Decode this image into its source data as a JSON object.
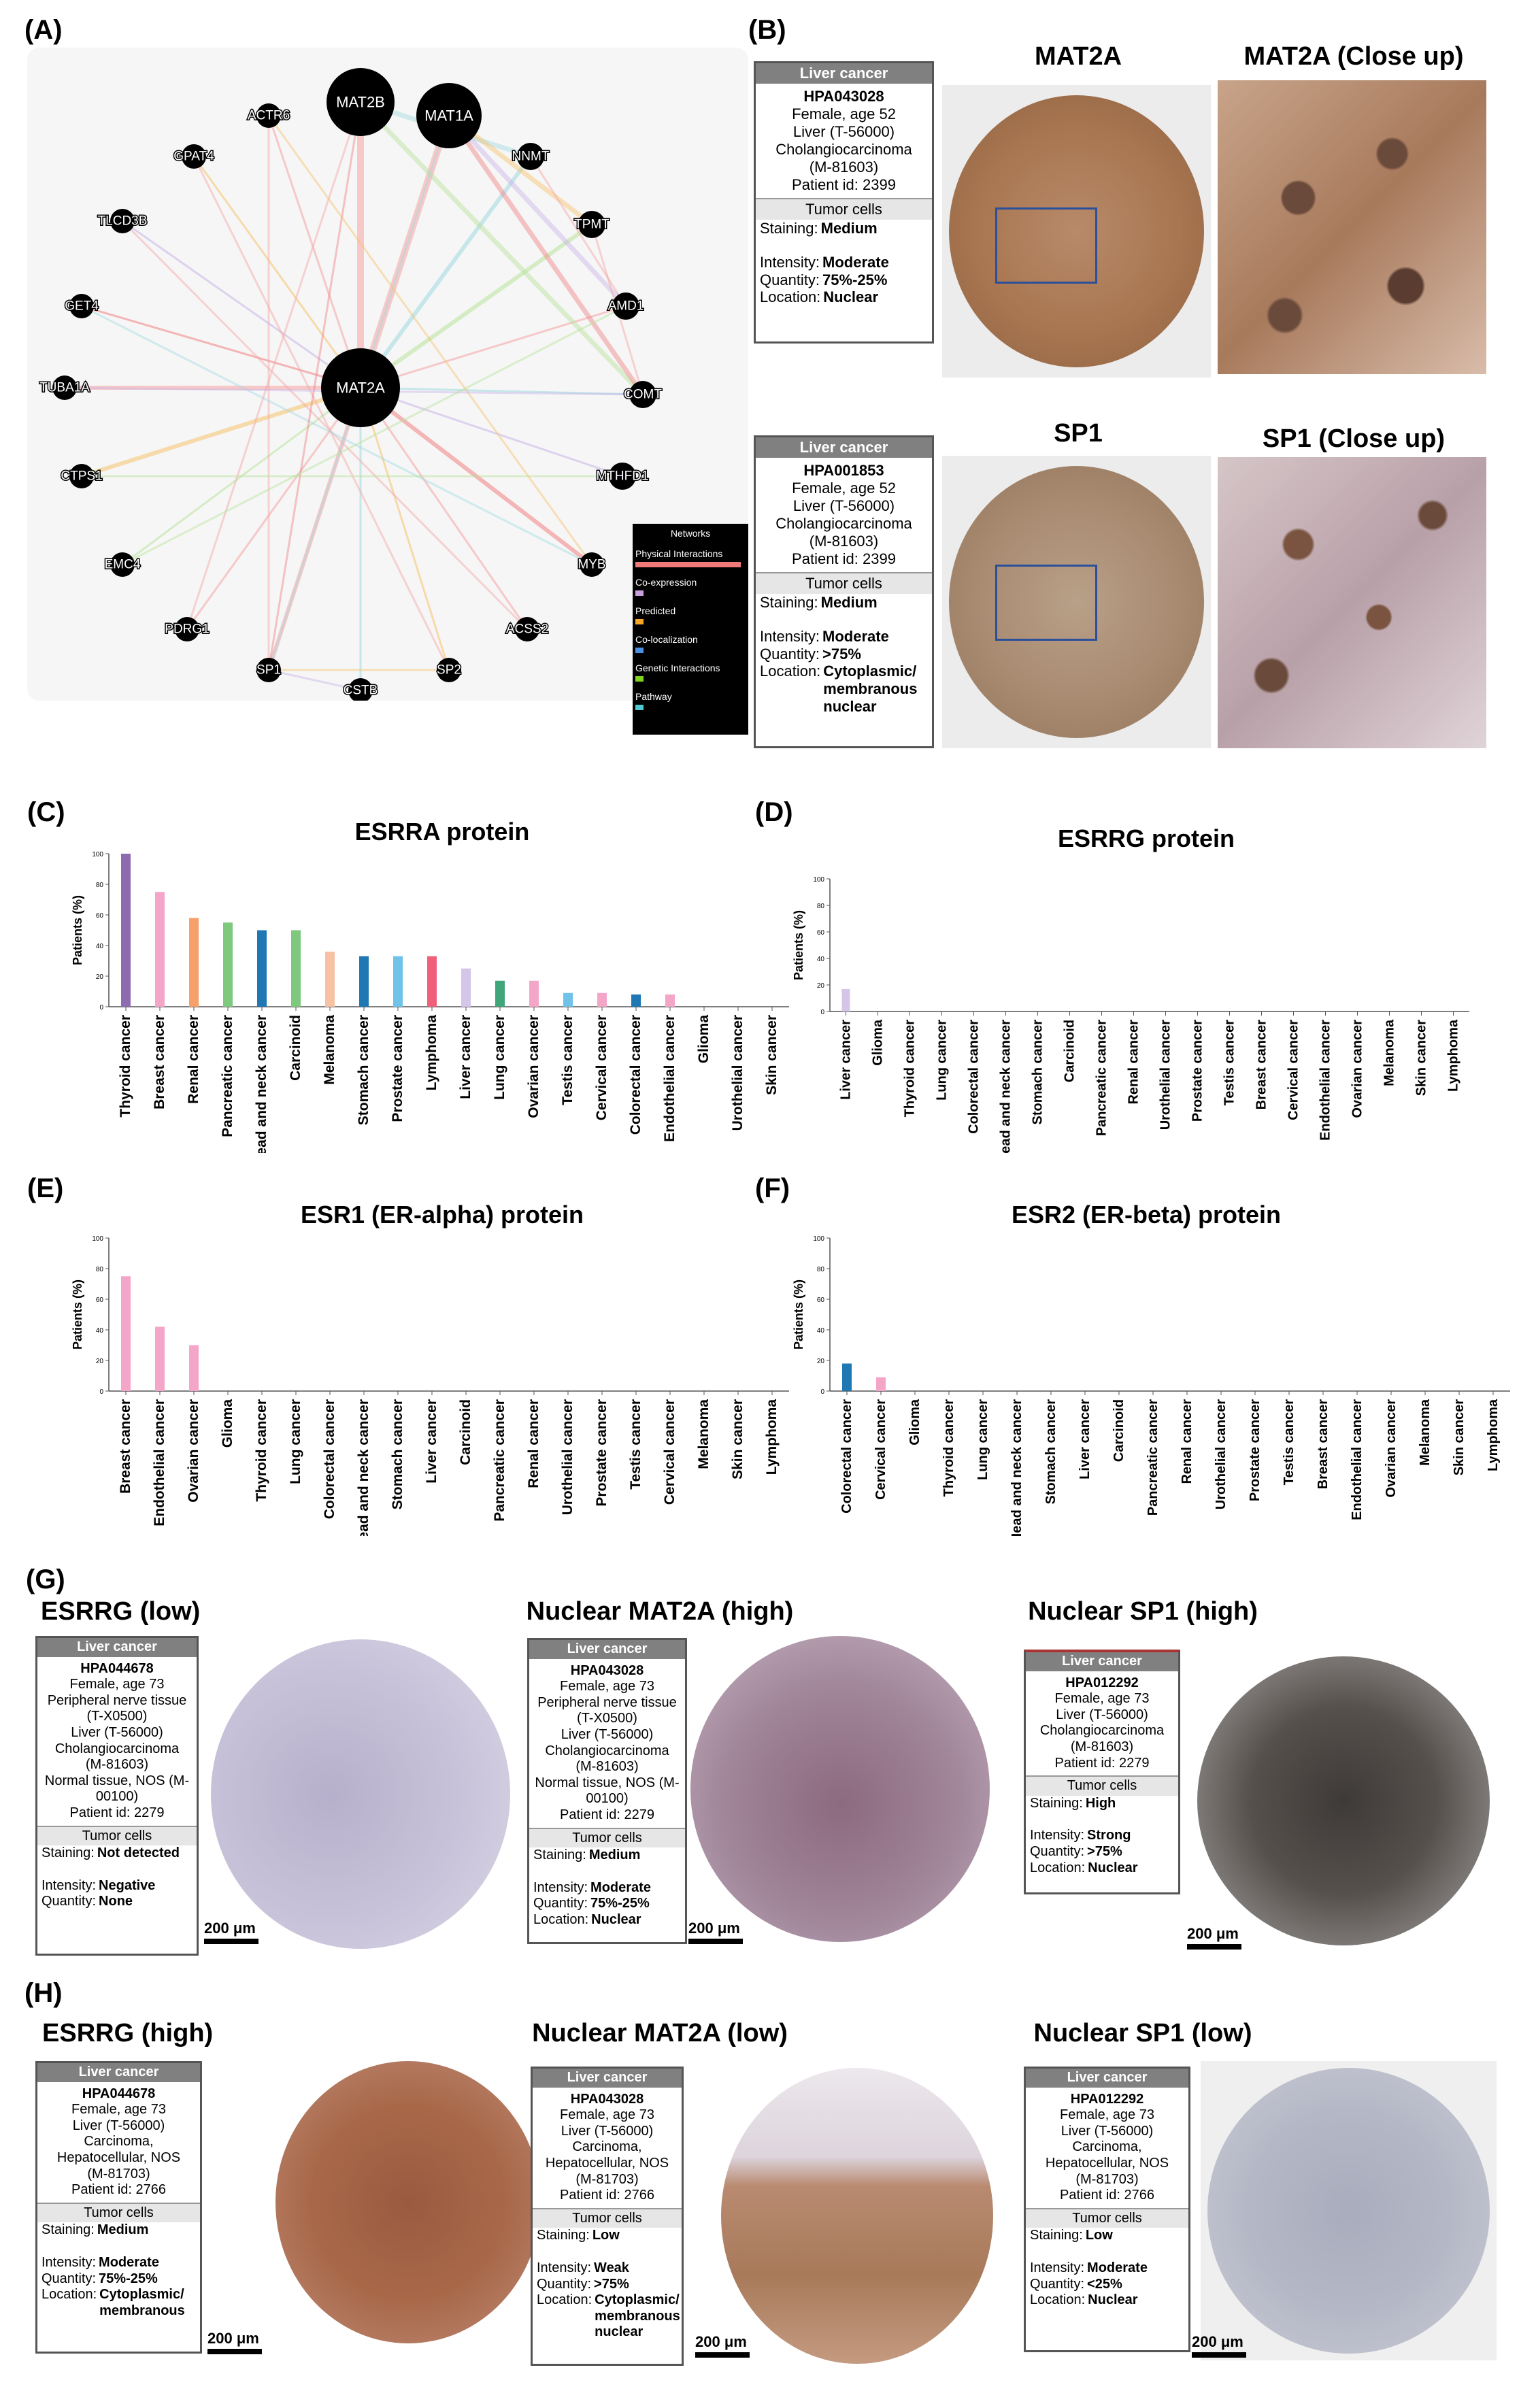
{
  "panels": {
    "A": "(A)",
    "B": "(B)",
    "C": "(C)",
    "D": "(D)",
    "E": "(E)",
    "F": "(F)",
    "G": "(G)",
    "H": "(H)"
  },
  "network": {
    "nodes": [
      {
        "id": "MAT2B"
      },
      {
        "id": "MAT1A"
      },
      {
        "id": "ACTR6"
      },
      {
        "id": "NNMT"
      },
      {
        "id": "GPAT4"
      },
      {
        "id": "TLCD3B"
      },
      {
        "id": "TPMT"
      },
      {
        "id": "GET4"
      },
      {
        "id": "AMD1"
      },
      {
        "id": "TUBA1A"
      },
      {
        "id": "MAT2A"
      },
      {
        "id": "COMT"
      },
      {
        "id": "CTPS1"
      },
      {
        "id": "MTHFD1"
      },
      {
        "id": "EMC4"
      },
      {
        "id": "MYB"
      },
      {
        "id": "PDRG1"
      },
      {
        "id": "ACSS2"
      },
      {
        "id": "SP1"
      },
      {
        "id": "CSTB"
      },
      {
        "id": "SP2"
      }
    ],
    "legend": {
      "title": "Networks",
      "items": [
        {
          "label": "Physical Interactions",
          "color": "#f07a7a"
        },
        {
          "label": "Co-expression",
          "color": "#c9a0dc"
        },
        {
          "label": "Predicted",
          "color": "#f6a623"
        },
        {
          "label": "Co-localization",
          "color": "#4a90e2"
        },
        {
          "label": "Genetic Interactions",
          "color": "#7ed321"
        },
        {
          "label": "Pathway",
          "color": "#50c8d0"
        }
      ]
    }
  },
  "panelB": {
    "mat2a_title": "MAT2A",
    "mat2a_close": "MAT2A (Close up)",
    "sp1_title": "SP1",
    "sp1_close": "SP1 (Close up)",
    "box1": {
      "header": "Liver cancer",
      "id": "HPA043028",
      "l1": "Female, age 52",
      "l2": "Liver (T-56000)",
      "l3": "Cholangiocarcinoma",
      "l4": "(M-81603)",
      "l5": "Patient id: 2399",
      "tumor": "Tumor cells",
      "staining_k": "Staining:",
      "staining_v": "Medium",
      "intensity_k": "Intensity:",
      "intensity_v": "Moderate",
      "quantity_k": "Quantity:",
      "quantity_v": "75%-25%",
      "location_k": "Location:",
      "location_v": "Nuclear"
    },
    "box2": {
      "header": "Liver cancer",
      "id": "HPA001853",
      "l1": "Female, age 52",
      "l2": "Liver (T-56000)",
      "l3": "Cholangiocarcinoma",
      "l4": "(M-81603)",
      "l5": "Patient id: 2399",
      "tumor": "Tumor cells",
      "staining_k": "Staining:",
      "staining_v": "Medium",
      "intensity_k": "Intensity:",
      "intensity_v": "Moderate",
      "quantity_k": "Quantity:",
      "quantity_v": ">75%",
      "location_k": "Location:",
      "location_v": "Cytoplasmic/ membranous nuclear"
    }
  },
  "panelG": {
    "t1": "ESRRG (low)",
    "t2": "Nuclear MAT2A (high)",
    "t3": "Nuclear SP1 (high)",
    "box1": {
      "header": "Liver cancer",
      "id": "HPA044678",
      "l1": "Female, age 73",
      "l2": "Peripheral nerve tissue",
      "l3": "(T-X0500)",
      "l4": "Liver (T-56000)",
      "l5": "Cholangiocarcinoma",
      "l6": "(M-81603)",
      "l7": "Normal tissue, NOS (M-",
      "l8": "00100)",
      "l9": "Patient id: 2279",
      "tumor": "Tumor cells",
      "staining_k": "Staining:",
      "staining_v": "Not detected",
      "intensity_k": "Intensity:",
      "intensity_v": "Negative",
      "quantity_k": "Quantity:",
      "quantity_v": "None"
    },
    "box2": {
      "header": "Liver cancer",
      "id": "HPA043028",
      "l1": "Female, age 73",
      "l2": "Peripheral nerve tissue",
      "l3": "(T-X0500)",
      "l4": "Liver (T-56000)",
      "l5": "Cholangiocarcinoma",
      "l6": "(M-81603)",
      "l7": "Normal tissue, NOS (M-",
      "l8": "00100)",
      "l9": "Patient id: 2279",
      "tumor": "Tumor cells",
      "staining_k": "Staining:",
      "staining_v": "Medium",
      "intensity_k": "Intensity:",
      "intensity_v": "Moderate",
      "quantity_k": "Quantity:",
      "quantity_v": "75%-25%",
      "location_k": "Location:",
      "location_v": "Nuclear"
    },
    "box3": {
      "header": "Liver cancer",
      "id": "HPA012292",
      "l1": "Female, age 73",
      "l2": "Liver (T-56000)",
      "l3": "Cholangiocarcinoma",
      "l4": "(M-81603)",
      "l5": "Patient id: 2279",
      "tumor": "Tumor cells",
      "staining_k": "Staining:",
      "staining_v": "High",
      "intensity_k": "Intensity:",
      "intensity_v": "Strong",
      "quantity_k": "Quantity:",
      "quantity_v": ">75%",
      "location_k": "Location:",
      "location_v": "Nuclear"
    }
  },
  "panelH": {
    "t1": "ESRRG (high)",
    "t2": "Nuclear MAT2A (low)",
    "t3": "Nuclear SP1 (low)",
    "box1": {
      "header": "Liver cancer",
      "id": "HPA044678",
      "l1": "Female, age 73",
      "l2": "Liver (T-56000)",
      "l3": "Carcinoma,",
      "l4": "Hepatocellular, NOS",
      "l5": "(M-81703)",
      "l6": "Patient id: 2766",
      "tumor": "Tumor cells",
      "staining_k": "Staining:",
      "staining_v": "Medium",
      "intensity_k": "Intensity:",
      "intensity_v": "Moderate",
      "quantity_k": "Quantity:",
      "quantity_v": "75%-25%",
      "location_k": "Location:",
      "location_v": "Cytoplasmic/ membranous"
    },
    "box2": {
      "header": "Liver cancer",
      "id": "HPA043028",
      "l1": "Female, age 73",
      "l2": "Liver (T-56000)",
      "l3": "Carcinoma,",
      "l4": "Hepatocellular, NOS",
      "l5": "(M-81703)",
      "l6": "Patient id: 2766",
      "tumor": "Tumor cells",
      "staining_k": "Staining:",
      "staining_v": "Low",
      "intensity_k": "Intensity:",
      "intensity_v": "Weak",
      "quantity_k": "Quantity:",
      "quantity_v": ">75%",
      "location_k": "Location:",
      "location_v": "Cytoplasmic/ membranous nuclear"
    },
    "box3": {
      "header": "Liver cancer",
      "id": "HPA012292",
      "l1": "Female, age 73",
      "l2": "Liver (T-56000)",
      "l3": "Carcinoma,",
      "l4": "Hepatocellular, NOS",
      "l5": "(M-81703)",
      "l6": "Patient id: 2766",
      "tumor": "Tumor cells",
      "staining_k": "Staining:",
      "staining_v": "Low",
      "intensity_k": "Intensity:",
      "intensity_v": "Moderate",
      "quantity_k": "Quantity:",
      "quantity_v": "<25%",
      "location_k": "Location:",
      "location_v": "Nuclear"
    }
  },
  "scale_label": "200 μm",
  "chart_data": [
    {
      "id": "C",
      "type": "bar",
      "title": "ESRRA protein",
      "ylabel": "Patients (%)",
      "ylim": [
        0,
        100
      ],
      "yticks": [
        0,
        20,
        40,
        60,
        80,
        100
      ],
      "categories": [
        "Thyroid cancer",
        "Breast cancer",
        "Renal cancer",
        "Pancreatic cancer",
        "Head and neck cancer",
        "Carcinoid",
        "Melanoma",
        "Stomach cancer",
        "Prostate cancer",
        "Lymphoma",
        "Liver cancer",
        "Lung cancer",
        "Ovarian cancer",
        "Testis cancer",
        "Cervical cancer",
        "Colorectal cancer",
        "Endothelial  cancer",
        "Glioma",
        "Urothelial cancer",
        "Skin cancer"
      ],
      "values": [
        100,
        75,
        58,
        55,
        50,
        50,
        36,
        33,
        33,
        33,
        25,
        17,
        17,
        9,
        9,
        8,
        8,
        0,
        0,
        0
      ],
      "colors": [
        "#8c6bb1",
        "#f4a6c8",
        "#f7a06b",
        "#7ec97e",
        "#1f78b4",
        "#7ec97e",
        "#f7c2a4",
        "#1f78b4",
        "#6fc3e8",
        "#f0607a",
        "#d4c6e8",
        "#3fa67a",
        "#f4a6c8",
        "#6fc3e8",
        "#f4a6c8",
        "#1f78b4",
        "#f4a6c8",
        "#ccc",
        "#ccc",
        "#ccc"
      ]
    },
    {
      "id": "D",
      "type": "bar",
      "title": "ESRRG protein",
      "ylabel": "Patients (%)",
      "ylim": [
        0,
        100
      ],
      "yticks": [
        0,
        20,
        40,
        60,
        80,
        100
      ],
      "categories": [
        "Liver cancer",
        "Glioma",
        "Thyroid cancer",
        "Lung cancer",
        "Colorectal cancer",
        "Head and neck cancer",
        "Stomach cancer",
        "Carcinoid",
        "Pancreatic cancer",
        "Renal cancer",
        "Urothelial cancer",
        "Prostate cancer",
        "Testis cancer",
        "Breast cancer",
        "Cervical cancer",
        "Endothelial  cancer",
        "Ovarian cancer",
        "Melanoma",
        "Skin cancer",
        "Lymphoma"
      ],
      "values": [
        17,
        0,
        0,
        0,
        0,
        0,
        0,
        0,
        0,
        0,
        0,
        0,
        0,
        0,
        0,
        0,
        0,
        0,
        0,
        0
      ],
      "colors": [
        "#d4c6e8",
        "#ccc",
        "#ccc",
        "#ccc",
        "#ccc",
        "#ccc",
        "#ccc",
        "#ccc",
        "#ccc",
        "#ccc",
        "#ccc",
        "#ccc",
        "#ccc",
        "#ccc",
        "#ccc",
        "#ccc",
        "#ccc",
        "#ccc",
        "#ccc",
        "#ccc"
      ]
    },
    {
      "id": "E",
      "type": "bar",
      "title": "ESR1 (ER-alpha) protein",
      "ylabel": "Patients (%)",
      "ylim": [
        0,
        100
      ],
      "yticks": [
        0,
        20,
        40,
        60,
        80,
        100
      ],
      "categories": [
        "Breast cancer",
        "Endothelial  cancer",
        "Ovarian cancer",
        "Glioma",
        "Thyroid cancer",
        "Lung cancer",
        "Colorectal cancer",
        "Head and neck cancer",
        "Stomach cancer",
        "Liver cancer",
        "Carcinoid",
        "Pancreatic cancer",
        "Renal cancer",
        "Urothelial cancer",
        "Prostate cancer",
        "Testis cancer",
        "Cervical cancer",
        "Melanoma",
        "Skin cancer",
        "Lymphoma"
      ],
      "values": [
        75,
        42,
        30,
        0,
        0,
        0,
        0,
        0,
        0,
        0,
        0,
        0,
        0,
        0,
        0,
        0,
        0,
        0,
        0,
        0
      ],
      "colors": [
        "#f4a6c8",
        "#f4a6c8",
        "#f4a6c8",
        "#ccc",
        "#ccc",
        "#ccc",
        "#ccc",
        "#ccc",
        "#ccc",
        "#ccc",
        "#ccc",
        "#ccc",
        "#ccc",
        "#ccc",
        "#ccc",
        "#ccc",
        "#ccc",
        "#ccc",
        "#ccc",
        "#ccc"
      ]
    },
    {
      "id": "F",
      "type": "bar",
      "title": "ESR2 (ER-beta) protein",
      "ylabel": "Patients (%)",
      "ylim": [
        0,
        100
      ],
      "yticks": [
        0,
        20,
        40,
        60,
        80,
        100
      ],
      "categories": [
        "Colorectal cancer",
        "Cervical cancer",
        "Glioma",
        "Thyroid cancer",
        "Lung cancer",
        "Head and neck cancer",
        "Stomach cancer",
        "Liver cancer",
        "Carcinoid",
        "Pancreatic cancer",
        "Renal cancer",
        "Urothelial cancer",
        "Prostate cancer",
        "Testis cancer",
        "Breast cancer",
        "Endothelial  cancer",
        "Ovarian cancer",
        "Melanoma",
        "Skin cancer",
        "Lymphoma"
      ],
      "values": [
        18,
        9,
        0,
        0,
        0,
        0,
        0,
        0,
        0,
        0,
        0,
        0,
        0,
        0,
        0,
        0,
        0,
        0,
        0,
        0
      ],
      "colors": [
        "#1f78b4",
        "#f4a6c8",
        "#ccc",
        "#ccc",
        "#ccc",
        "#ccc",
        "#ccc",
        "#ccc",
        "#ccc",
        "#ccc",
        "#ccc",
        "#ccc",
        "#ccc",
        "#ccc",
        "#ccc",
        "#ccc",
        "#ccc",
        "#ccc",
        "#ccc",
        "#ccc"
      ]
    }
  ]
}
